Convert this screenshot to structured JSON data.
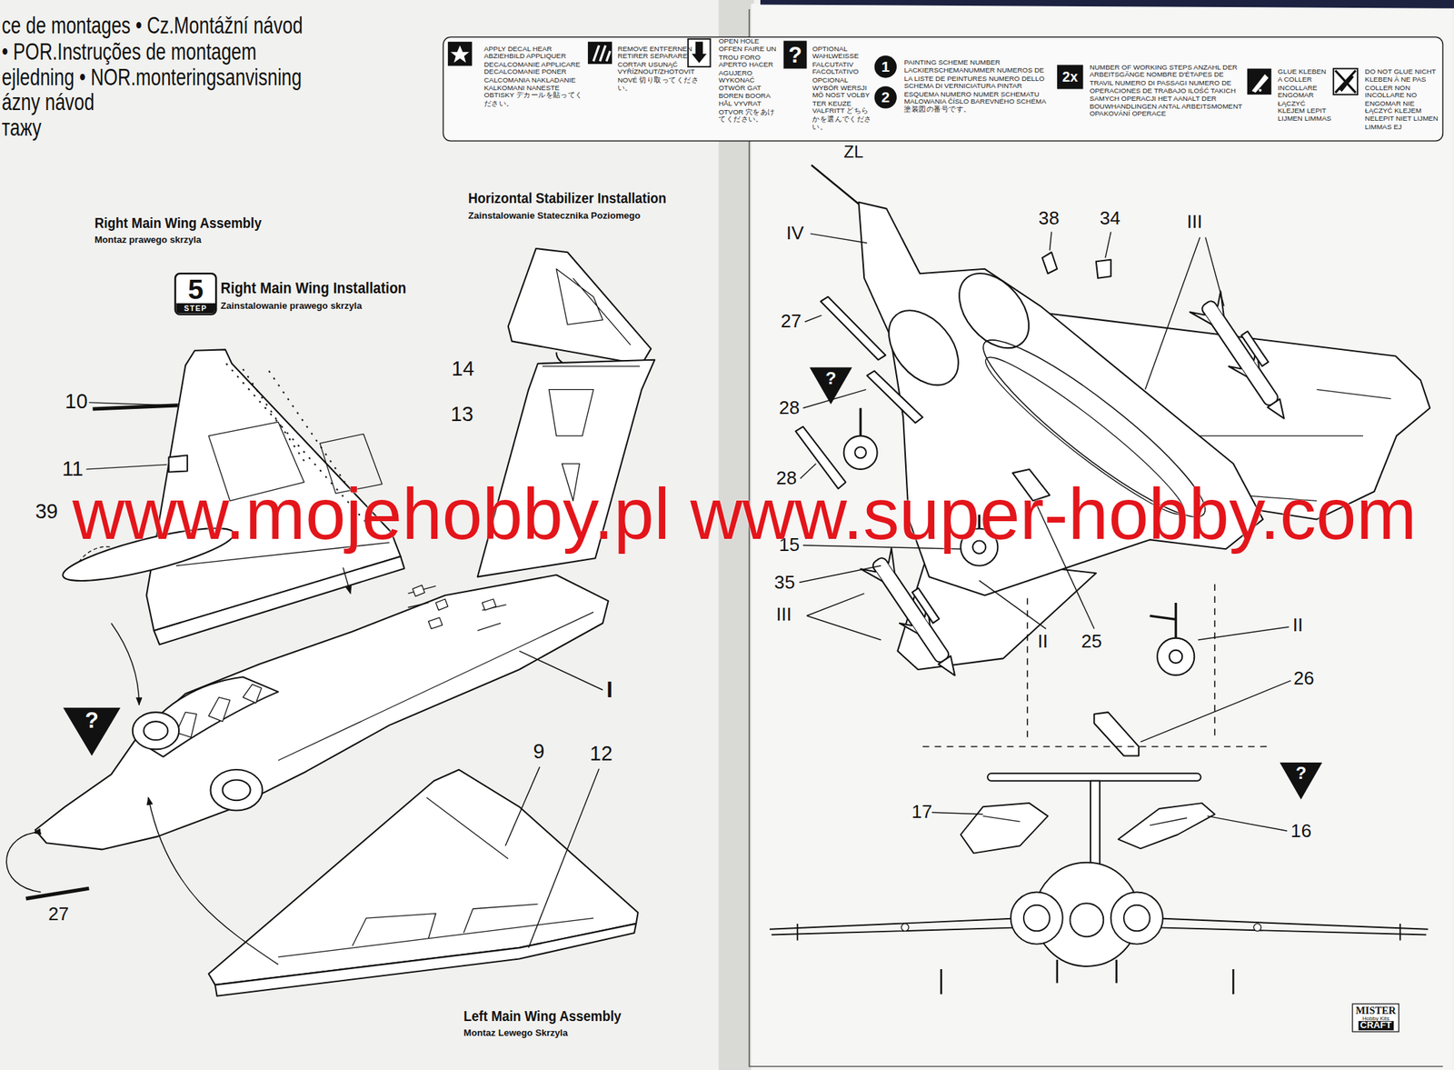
{
  "diagram": {
    "nodes": [
      {
        "text": [
          "5",
          "STEP"
        ]
      },
      {
        "text": [
          "?"
        ]
      },
      {
        "text": [
          "?"
        ]
      },
      {
        "text": [
          "?"
        ]
      },
      {
        "text": [
          "MISTER",
          "Hobby Kits",
          "CRAFT"
        ]
      }
    ],
    "labels": [
      "ce de montages • Cz.Montážní návod",
      "• POR.Instruções de montagem",
      "ejledning • NOR.monteringsanvisning",
      "ázny návod",
      "тажу",
      "Right Main Wing Assembly",
      "Montaz prawego skrzyla",
      "Right Main Wing Installation",
      "Zainstalowanie prawego skrzyla",
      "Horizontal Stabilizer Installation",
      "Zainstalowanie Statecznika Poziomego",
      "10",
      "11",
      "39",
      "14",
      "13",
      "9",
      "12",
      "27",
      "I",
      "Left Main Wing Assembly",
      "Montaz Lewego Skrzyla",
      "ZL",
      "IV",
      "38",
      "34",
      "III",
      "27",
      "28",
      "28",
      "15",
      "35",
      "III",
      "II",
      "25",
      "II",
      "26",
      "17",
      "16",
      "?",
      "1",
      "2",
      "2x",
      "www.mojehobby.pl www.super-hobby.com"
    ],
    "legend": [
      {
        "text": "APPLY DECAL HEAR ABZIEHBILD APPLIQUER DECALCOMANIE APPLICARE DECALCOMANIE PONER CALCOMANIA NAKLADANIE KALKOMANI NANESTE OBTISKY デカールを貼ってください。"
      },
      {
        "text": "REMOVE ENTFERNEN RETIRER SEPARARE CORTAR USUNĄĆ VYŘÍZNOUT/ZHOTOVIT NOVÉ 切り取ってください。"
      },
      {
        "text": "OPEN HOLE OFFEN FAIRE UN TROU FORO APERTO HACER AGUJERO WYKONAĆ OTWÓR GAT BOREN BOORA HÅL VYVRAT OTVOR 穴をあけてください。"
      },
      {
        "text": "OPTIONAL WAHLWEISSE FALCUTATIV FACOLTATIVO OPCIONAL WYBÓR WERSJI MÖ NOST VOLBY TER KEUZE VALFRITT どちらかを選んでください。"
      },
      {
        "text": "PAINTING SCHEME NUMBER LACKIERSCHEMANUMMER NUMEROS DE LA LISTE DE PEINTURES NUMERO DELLO SCHEMA DI VERNICIATURA PINTAR ESQUEMA NUMERO NUMER SCHEMATU MALOWANIA ČÍSLO BAREVNÉHO SCHÉMA 塗装図の番号です。"
      },
      {
        "text": "NUMBER OF WORKING STEPS ANZAHL DER ARBEITSGÄNGE NOMBRE D'ÉTAPES DE TRAVIL NUMERO DI PASSAGI NUMERO DE OPERACIONES DE TRABAJO ILOŚĆ TAKICH SAMYCH OPERACJI HET AANALT DER BOUWHANDLINGEN ANTAL ARBEITSMOMENT OPAKOVÁNÍ OPERACE"
      },
      {
        "text": "GLUE KLEBEN A COLLER INCOLLARE ENGOMAR ŁĄCZYĆ KLEJEM LEPIT LIJMEN LIMMAS"
      },
      {
        "text": "DO NOT GLUE NICHT KLEBEN À NE PAS COLLER NON INCOLLARE NO ENGOMAR NIE ŁĄCZYĆ KLEJEM NELEPIT NIET LIJMEN LIMMAS EJ"
      }
    ]
  }
}
